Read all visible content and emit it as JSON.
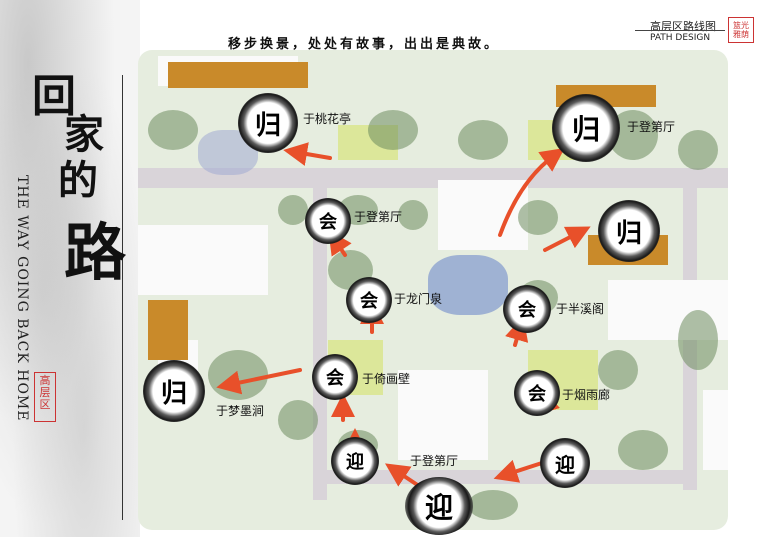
{
  "header": {
    "slogan": "移步换景，处处有故事，出出是典故。",
    "title": "高层区路线图",
    "subtitle": "PATH DESIGN",
    "logo_text": "篮光\n雅荫"
  },
  "left_panel": {
    "title_chars": [
      "回",
      "家",
      "的",
      "路"
    ],
    "english_title": "THE WAY GOING BACK HOME",
    "seal_text": "高层区"
  },
  "nodes": [
    {
      "char": "归",
      "label": "于桃花亭"
    },
    {
      "char": "归",
      "label": "于登第厅"
    },
    {
      "char": "归",
      "label": ""
    },
    {
      "char": "会",
      "label": "于登第厅"
    },
    {
      "char": "会",
      "label": "于龙门泉"
    },
    {
      "char": "会",
      "label": "于半溪阁"
    },
    {
      "char": "归",
      "label": "于梦墨涧"
    },
    {
      "char": "会",
      "label": "于倚画壁"
    },
    {
      "char": "会",
      "label": "于烟雨廊"
    },
    {
      "char": "迎",
      "label": "于登第厅"
    },
    {
      "char": "迎",
      "label": ""
    },
    {
      "char": "迎",
      "label": ""
    }
  ],
  "colors": {
    "arrow": "#e8502a",
    "lawn": "#dce79a",
    "tree": "#6e8c5f",
    "road": "#d9d4d9",
    "roof": "#c98a2a"
  }
}
